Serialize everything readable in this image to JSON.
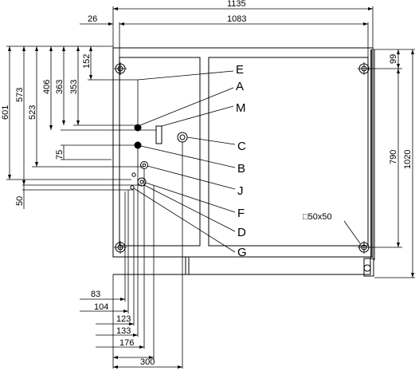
{
  "top_dims": {
    "overall": "1135",
    "inner": "1083",
    "offset": "26"
  },
  "left_dims": {
    "d601": "601",
    "d573": "573",
    "d523": "523",
    "d406": "406",
    "d363": "363",
    "d353": "353",
    "d152": "152",
    "d75": "75",
    "d50": "50"
  },
  "right_dims": {
    "d99": "99",
    "d790": "790",
    "d1020": "1020"
  },
  "bottom_dims": {
    "d83": "83",
    "d104": "104",
    "d123": "123",
    "d133": "133",
    "d176": "176",
    "d300": "300"
  },
  "labels": {
    "E": "E",
    "A": "A",
    "M": "M",
    "C": "C",
    "B": "B",
    "J": "J",
    "F": "F",
    "D": "D",
    "G": "G"
  },
  "square_note": "□50x50"
}
